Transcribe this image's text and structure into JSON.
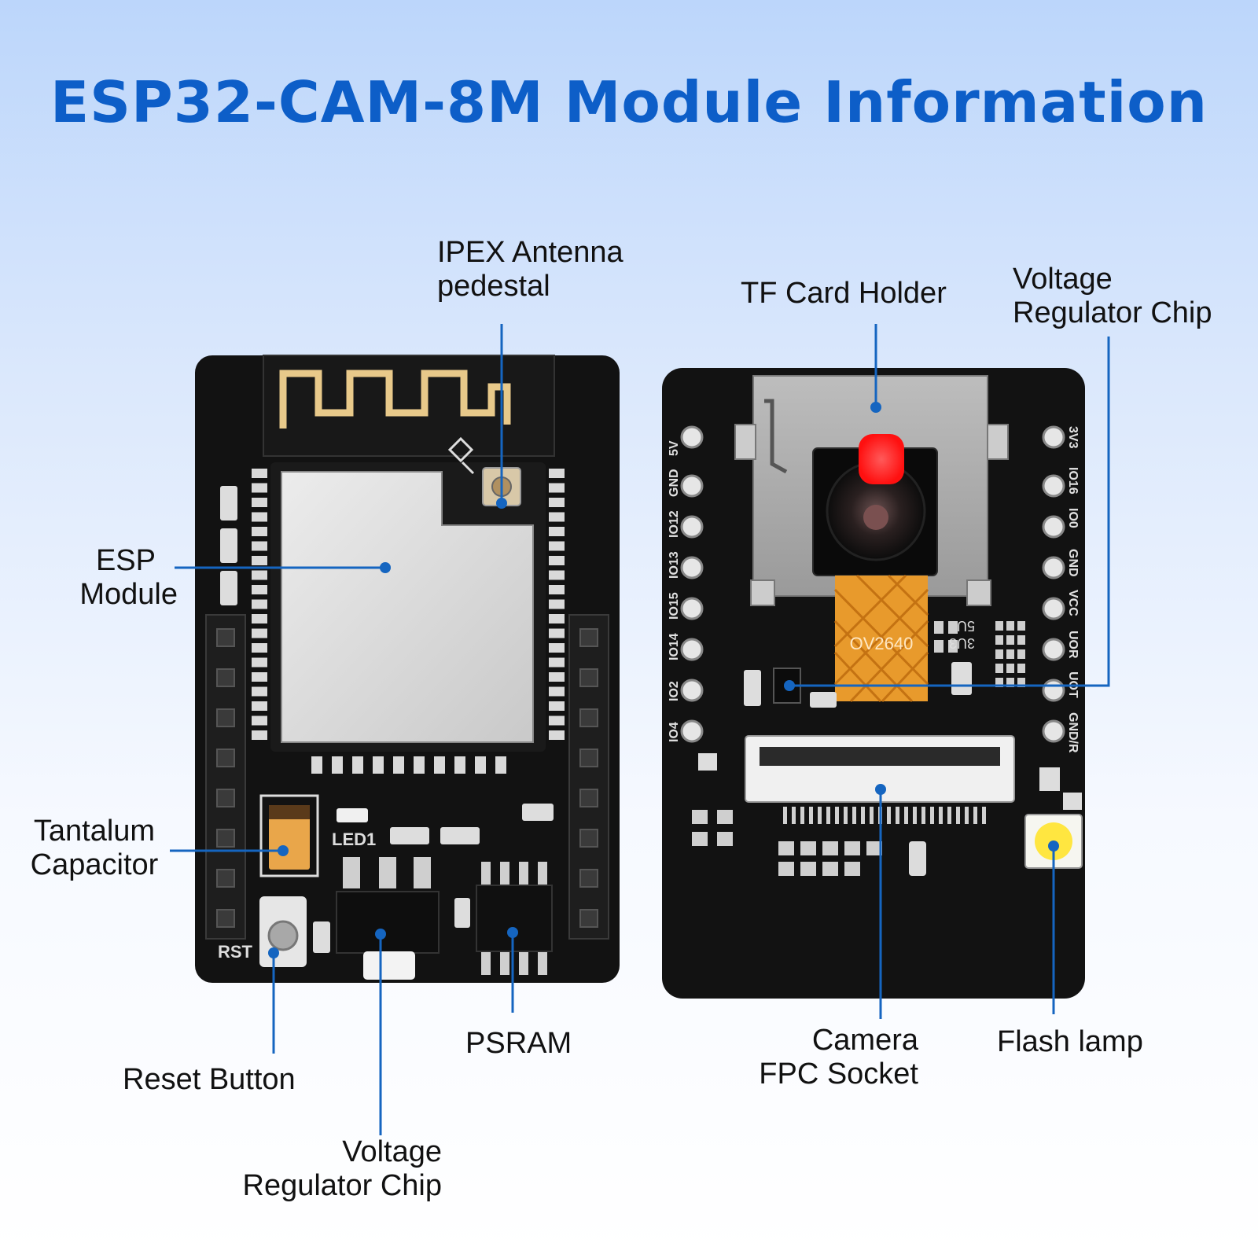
{
  "title": "ESP32-CAM-8M Module Information",
  "colors": {
    "title": "#0d5ec8",
    "leader": "#1565c0",
    "pcb": "#121212",
    "gold": "#e8c98a",
    "module_shield": "#d9d9d9",
    "flex_cable": "#e89a2c",
    "flash_led": "#ffe640",
    "red_led": "#ff2a2a"
  },
  "front_board": {
    "silkscreen": {
      "led": "LED1",
      "reset": "RST"
    }
  },
  "back_board": {
    "camera_marking": "OV2640",
    "left_pins": [
      "5V",
      "GND",
      "IO12",
      "IO13",
      "IO15",
      "IO14",
      "IO2",
      "IO4"
    ],
    "right_pins": [
      "3V3",
      "IO16",
      "IO0",
      "GND",
      "VCC",
      "UOR",
      "UOT",
      "GND/R"
    ],
    "jumper_labels": [
      "5U",
      "3U3"
    ]
  },
  "labels": {
    "ipex_line1": "IPEX Antenna",
    "ipex_line2": "pedestal",
    "esp_line1": "ESP",
    "esp_line2": "Module",
    "tantalum_line1": "Tantalum",
    "tantalum_line2": "Capacitor",
    "reset": "Reset Button",
    "psram": "PSRAM",
    "vreg_front_line1": "Voltage",
    "vreg_front_line2": "Regulator Chip",
    "tf_card": "TF Card Holder",
    "vreg_back_line1": "Voltage",
    "vreg_back_line2": "Regulator Chip",
    "camera_line1": "Camera",
    "camera_line2": "FPC Socket",
    "flash": "Flash lamp"
  }
}
